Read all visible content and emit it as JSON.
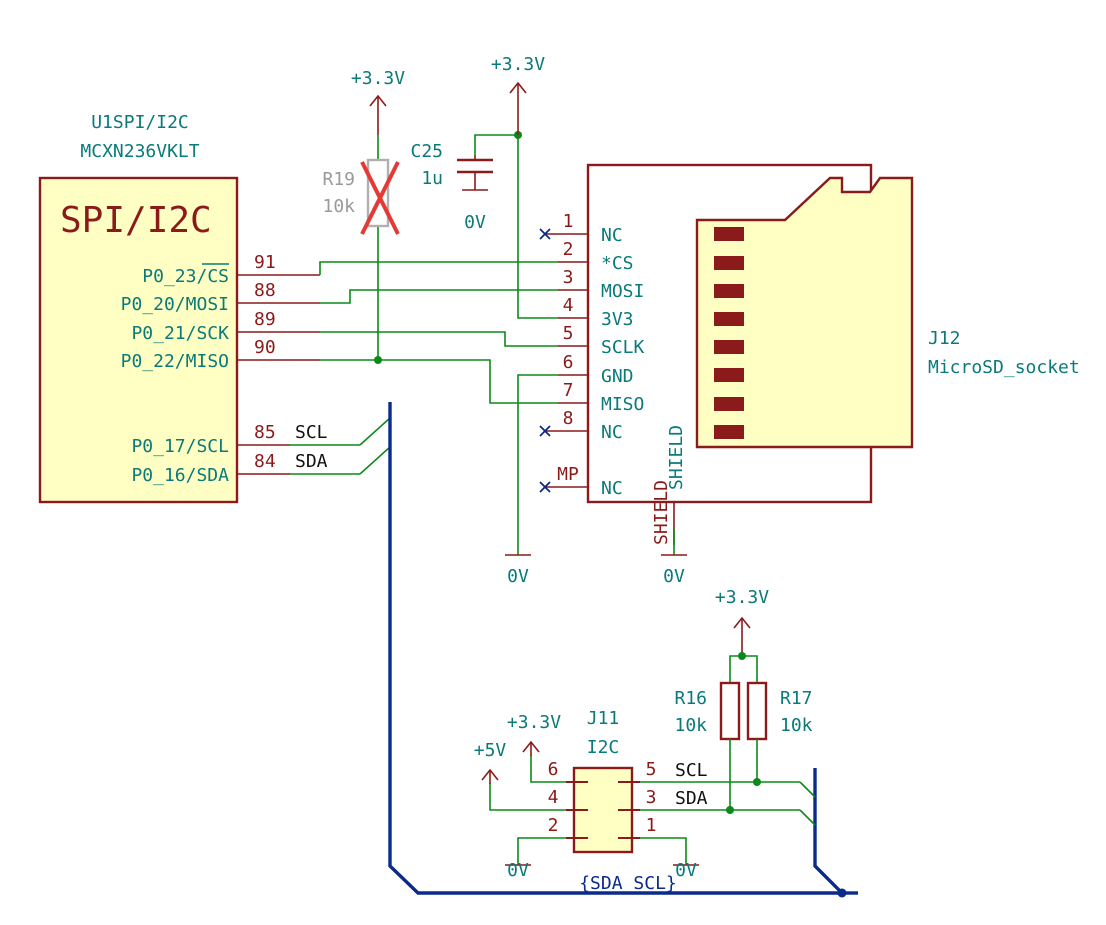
{
  "u1": {
    "ref": "U1SPI/I2C",
    "value": "MCXN236VKLT",
    "unit_title": "SPI/I2C",
    "pins": [
      {
        "num": "91",
        "name": "P0_23/CS"
      },
      {
        "num": "88",
        "name": "P0_20/MOSI"
      },
      {
        "num": "89",
        "name": "P0_21/SCK"
      },
      {
        "num": "90",
        "name": "P0_22/MISO"
      },
      {
        "num": "85",
        "name": "P0_17/SCL"
      },
      {
        "num": "84",
        "name": "P0_16/SDA"
      }
    ]
  },
  "r19": {
    "ref": "R19",
    "value": "10k"
  },
  "c25": {
    "ref": "C25",
    "value": "1u"
  },
  "j12": {
    "ref": "J12",
    "value": "MicroSD_socket",
    "pins": [
      {
        "num": "1",
        "name": "NC"
      },
      {
        "num": "2",
        "name": "*CS"
      },
      {
        "num": "3",
        "name": "MOSI"
      },
      {
        "num": "4",
        "name": "3V3"
      },
      {
        "num": "5",
        "name": "SCLK"
      },
      {
        "num": "6",
        "name": "GND"
      },
      {
        "num": "7",
        "name": "MISO"
      },
      {
        "num": "8",
        "name": "NC"
      },
      {
        "num": "MP",
        "name": "NC"
      }
    ],
    "shield_pin": "SHIELD",
    "shield_label": "SHIELD"
  },
  "j11": {
    "ref": "J11",
    "value": "I2C",
    "pins": [
      {
        "num": "6"
      },
      {
        "num": "5"
      },
      {
        "num": "4"
      },
      {
        "num": "3"
      },
      {
        "num": "2"
      },
      {
        "num": "1"
      }
    ]
  },
  "r16": {
    "ref": "R16",
    "value": "10k"
  },
  "r17": {
    "ref": "R17",
    "value": "10k"
  },
  "power": {
    "v33": "+3.3V",
    "v5": "+5V",
    "gnd": "0V"
  },
  "nets": {
    "scl": "SCL",
    "sda": "SDA",
    "bus": "{SDA SCL}"
  }
}
